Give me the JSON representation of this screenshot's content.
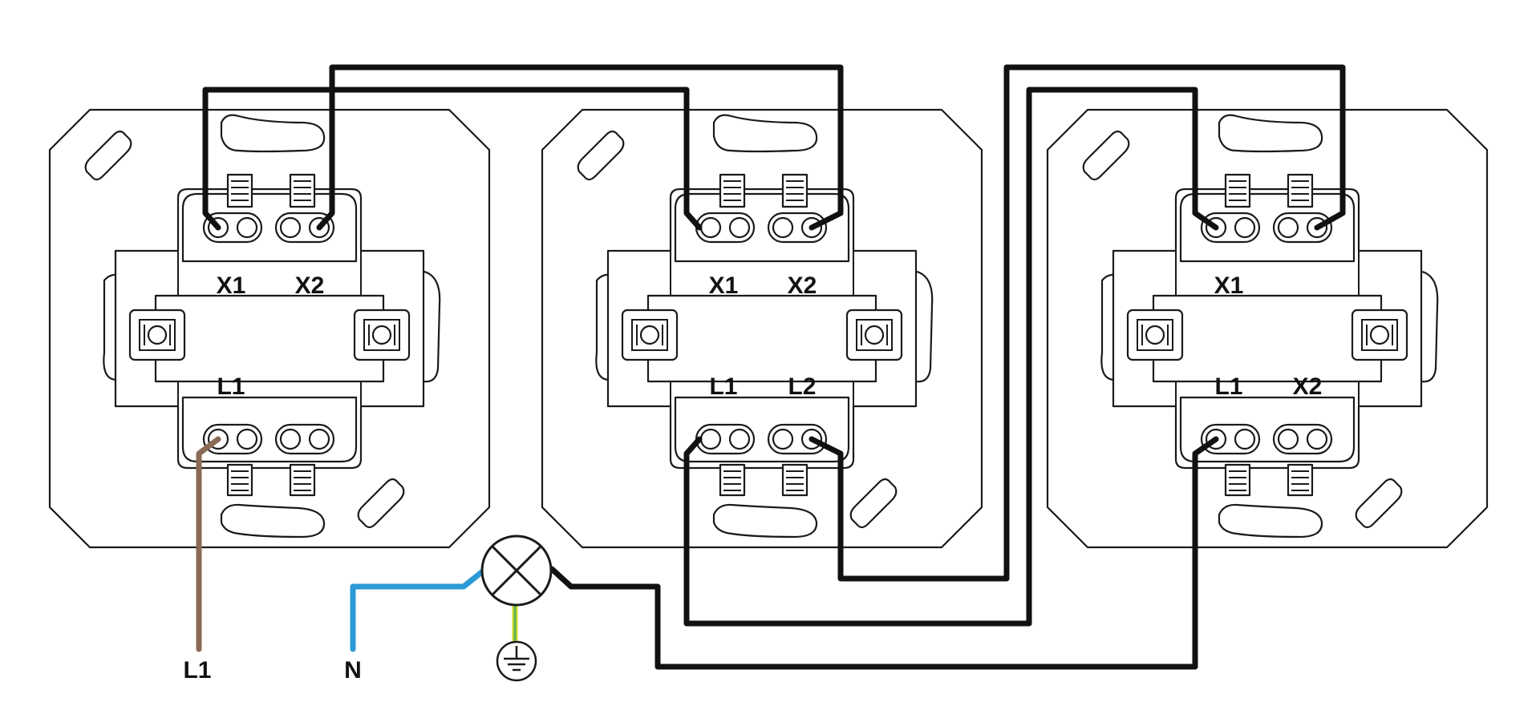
{
  "colors": {
    "wire_black": "#111111",
    "wire_brown": "#8a6a55",
    "wire_blue": "#2b9ad6",
    "wire_earth_yellow": "#d7d92a",
    "wire_earth_green": "#5ab552",
    "outline": "#1a1a1a",
    "background": "#ffffff"
  },
  "switches": [
    {
      "name": "switch-1",
      "terminal_labels": {
        "top_left": "X1",
        "top_right": "X2",
        "bottom_left": "L1",
        "bottom_right": ""
      }
    },
    {
      "name": "switch-2",
      "terminal_labels": {
        "top_left": "X1",
        "top_right": "X2",
        "bottom_left": "L1",
        "bottom_right": "L2"
      }
    },
    {
      "name": "switch-3",
      "terminal_labels": {
        "top_left": "X1",
        "top_right": "",
        "bottom_left": "L1",
        "bottom_right": "X2"
      }
    }
  ],
  "supply_labels": {
    "phase": "L1",
    "neutral": "N"
  },
  "icons": {
    "lamp": "lamp-icon",
    "earth": "earth-ground-icon"
  }
}
